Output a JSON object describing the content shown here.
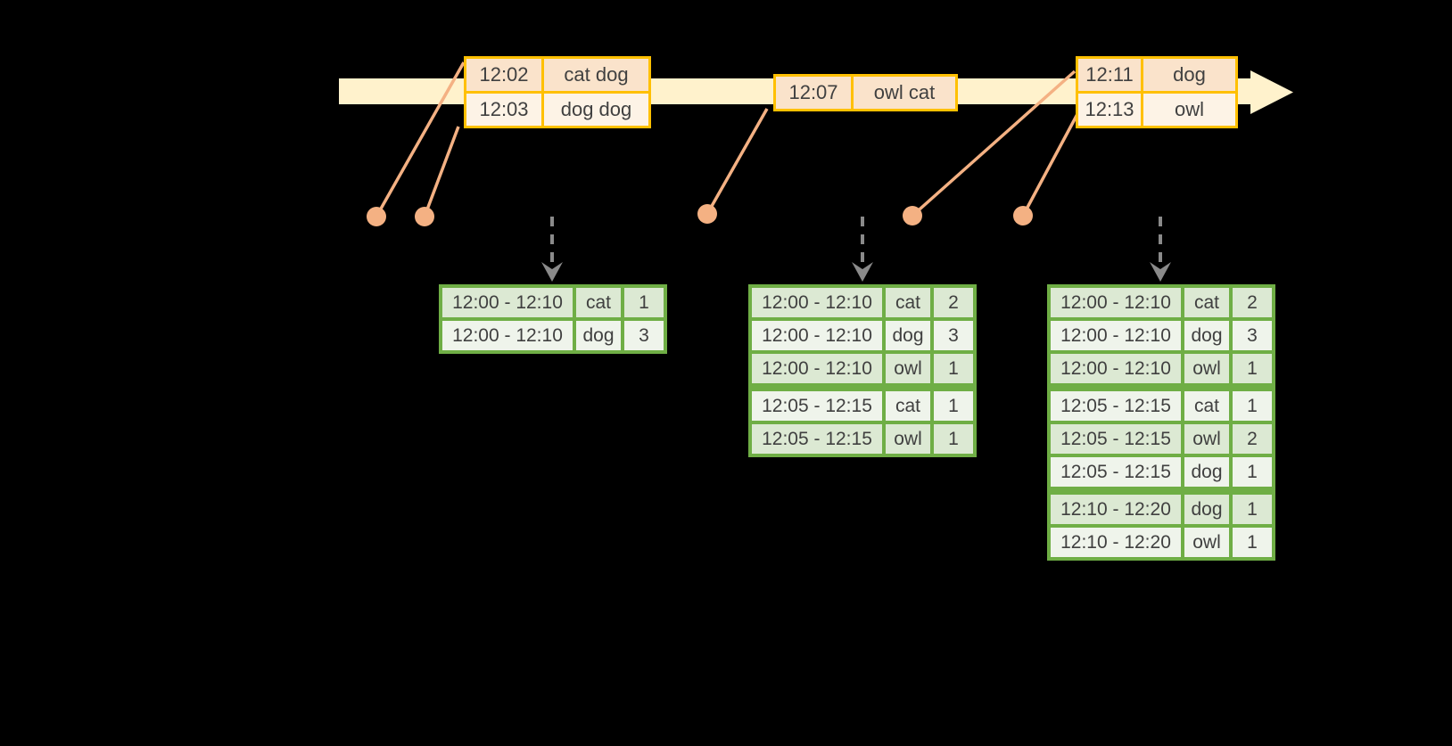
{
  "colors": {
    "background": "#000000",
    "timeline_fill": "#FFF2CC",
    "event_border": "#FFC000",
    "event_row_dark": "#FAE3CB",
    "event_row_light": "#FDF3E6",
    "connector_orange": "#F4B183",
    "trigger_arrow_gray": "#8A8A8A",
    "table_border_green": "#6FAE45",
    "table_row_dark": "#DCE9D3",
    "table_row_light": "#EFF4EB",
    "text": "#404040"
  },
  "timeline": {
    "events": [
      {
        "rows": [
          {
            "time": "12:02",
            "words": "cat dog"
          },
          {
            "time": "12:03",
            "words": "dog dog"
          }
        ]
      },
      {
        "rows": [
          {
            "time": "12:07",
            "words": "owl cat"
          }
        ]
      },
      {
        "rows": [
          {
            "time": "12:11",
            "words": "dog"
          },
          {
            "time": "12:13",
            "words": "owl"
          }
        ]
      }
    ]
  },
  "result_tables": [
    {
      "rows": [
        {
          "window": "12:00 - 12:10",
          "word": "cat",
          "count": "1"
        },
        {
          "window": "12:00 - 12:10",
          "word": "dog",
          "count": "3"
        }
      ]
    },
    {
      "rows": [
        {
          "window": "12:00 - 12:10",
          "word": "cat",
          "count": "2"
        },
        {
          "window": "12:00 - 12:10",
          "word": "dog",
          "count": "3"
        },
        {
          "window": "12:00 - 12:10",
          "word": "owl",
          "count": "1"
        },
        {
          "window": "12:05 - 12:15",
          "word": "cat",
          "count": "1"
        },
        {
          "window": "12:05 - 12:15",
          "word": "owl",
          "count": "1"
        }
      ]
    },
    {
      "rows": [
        {
          "window": "12:00 - 12:10",
          "word": "cat",
          "count": "2"
        },
        {
          "window": "12:00 - 12:10",
          "word": "dog",
          "count": "3"
        },
        {
          "window": "12:00 - 12:10",
          "word": "owl",
          "count": "1"
        },
        {
          "window": "12:05 - 12:15",
          "word": "cat",
          "count": "1"
        },
        {
          "window": "12:05 - 12:15",
          "word": "owl",
          "count": "2"
        },
        {
          "window": "12:05 - 12:15",
          "word": "dog",
          "count": "1"
        },
        {
          "window": "12:10 - 12:20",
          "word": "dog",
          "count": "1"
        },
        {
          "window": "12:10 - 12:20",
          "word": "owl",
          "count": "1"
        }
      ]
    }
  ]
}
